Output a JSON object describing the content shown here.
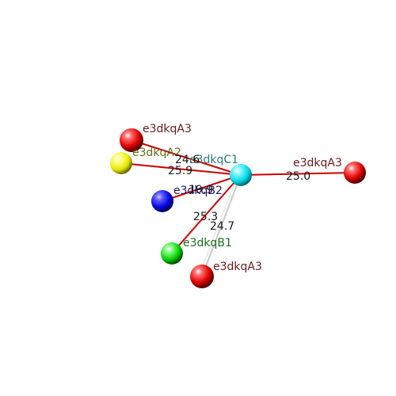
{
  "atoms": {
    "center": {
      "label": "e3dkqC1",
      "label_color": "#2e7d7d",
      "fill": "#00e5ee"
    },
    "red_top_left": {
      "label": "e3dkqA3",
      "label_color": "#6b1a1a",
      "fill": "#ee0000"
    },
    "yellow_left": {
      "label": "e3dkqA2",
      "label_color": "#6b6b1a",
      "fill": "#eeee00"
    },
    "blue_left": {
      "label": "e3dkqB2",
      "label_color": "#1a1a6b",
      "fill": "#0000ee"
    },
    "green_bottom": {
      "label": "e3dkqB1",
      "label_color": "#1a6b1a",
      "fill": "#00dd00"
    },
    "red_bottom": {
      "label": "e3dkqA3",
      "label_color": "#6b1a1a",
      "fill": "#ee0000"
    },
    "red_right": {
      "label": "e3dkqA3",
      "label_color": "#6b1a1a",
      "fill": "#ee0000"
    }
  },
  "distances": {
    "to_red_top_left": "24.6",
    "to_yellow_left": "25.9",
    "to_blue_left": "19.9",
    "to_green_bottom": "25.3",
    "to_red_bottom": "24.7",
    "to_red_right": "25.0"
  },
  "colors": {
    "bond_red": "#cc0000",
    "bond_grey": "#c8c8c8"
  }
}
